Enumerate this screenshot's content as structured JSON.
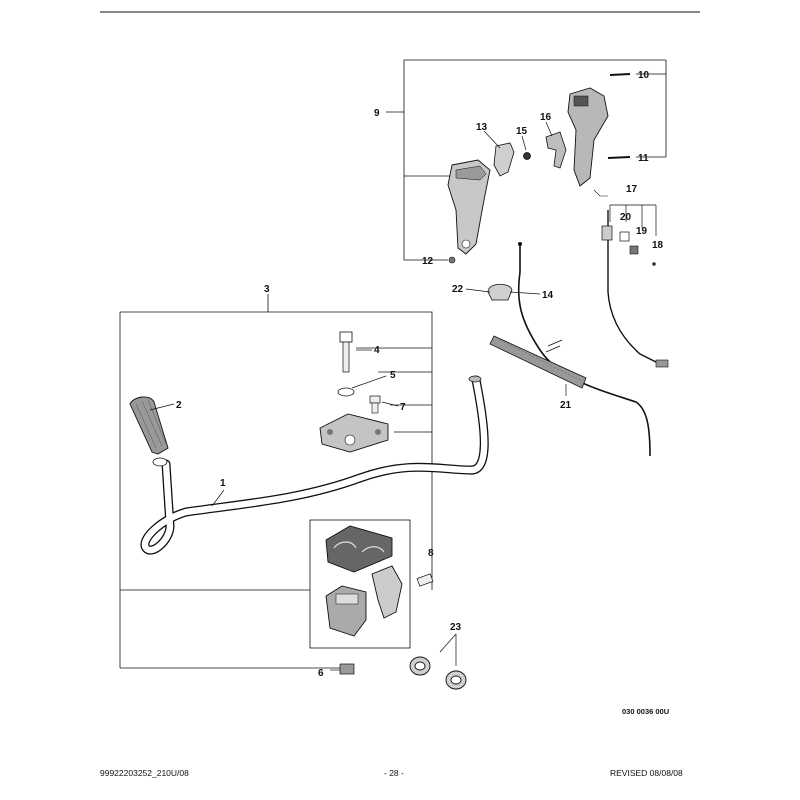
{
  "callouts": {
    "c1": "1",
    "c2": "2",
    "c3": "3",
    "c4": "4",
    "c5": "5",
    "c6": "6",
    "c7": "7",
    "c8": "8",
    "c9": "9",
    "c10": "10",
    "c11": "11",
    "c12": "12",
    "c13": "13",
    "c14": "14",
    "c15": "15",
    "c16": "16",
    "c17": "17",
    "c18": "18",
    "c19": "19",
    "c20": "20",
    "c21": "21",
    "c22": "22",
    "c23": "23"
  },
  "diagram_code": "030 0036 00U",
  "footer": {
    "left": "99922203252_210U/08",
    "center": "- 28 -",
    "right": "REVISED 08/08/08"
  }
}
